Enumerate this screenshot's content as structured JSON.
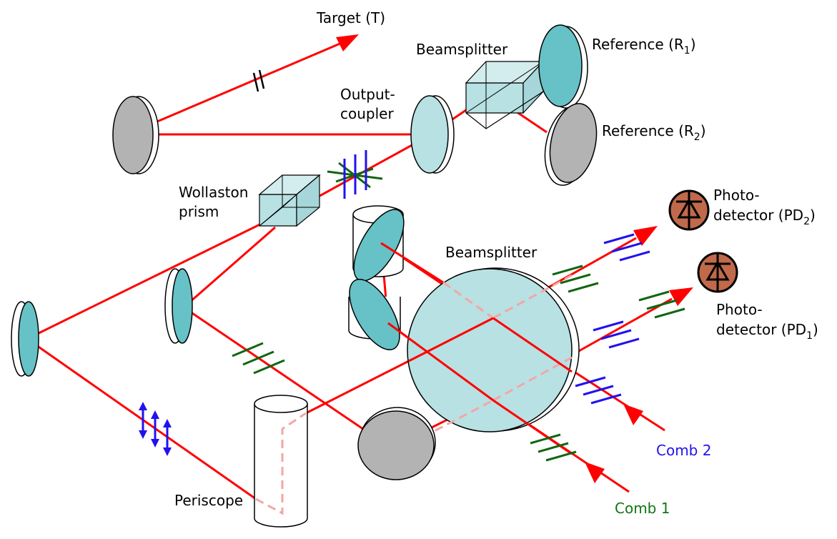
{
  "labels": {
    "target": "Target (T)",
    "beamsplitter_top": "Beamsplitter",
    "reference_r1_main": "Reference (R",
    "reference_r1_sub": "1",
    "reference_r1_end": ")",
    "reference_r2_main": "Reference (R",
    "reference_r2_sub": "2",
    "reference_r2_end": ")",
    "output_coupler_line1": "Output-",
    "output_coupler_line2": "coupler",
    "wollaston_line1": "Wollaston",
    "wollaston_line2": "prism",
    "beamsplitter_main": "Beamsplitter",
    "pd2_line1": "Photo-",
    "pd2_line2_main": "detector (PD",
    "pd2_sub": "2",
    "pd2_end": ")",
    "pd1_line1": "Photo-",
    "pd1_line2_main": "detector (PD",
    "pd1_sub": "1",
    "pd1_end": ")",
    "periscope": "Periscope",
    "comb1": "Comb 1",
    "comb2": "Comb 2"
  },
  "colors": {
    "beam": "#ff0000",
    "beam_hidden": "#f4a6a6",
    "mirror_gray": "#b3b3b3",
    "mirror_teal": "#66c2c6",
    "optic_light": "#b7e1e3",
    "detector": "#c0694b",
    "comb1": "#117711",
    "comb2": "#2211ee"
  }
}
